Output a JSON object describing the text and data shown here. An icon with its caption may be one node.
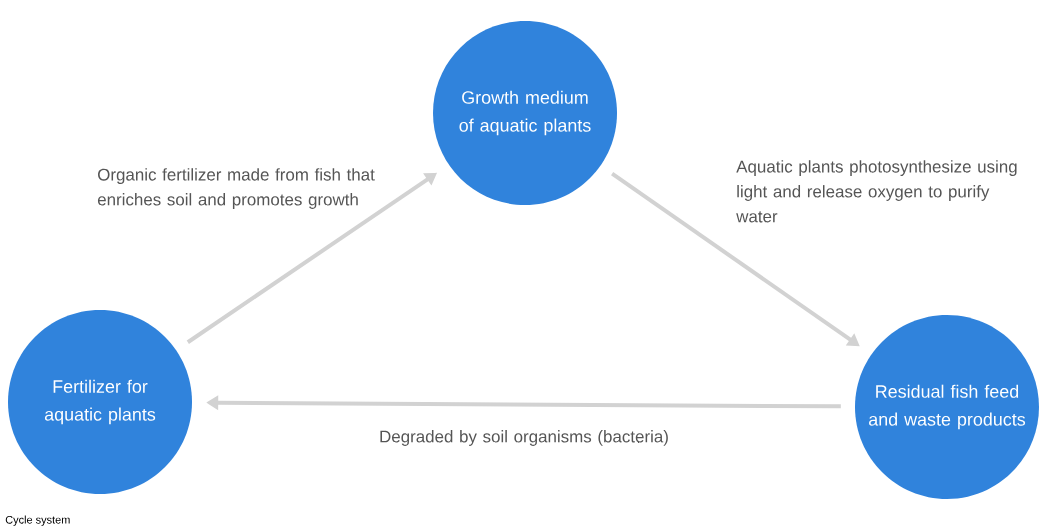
{
  "diagram": {
    "caption": "Cycle system",
    "nodes": [
      {
        "text": [
          "Fertilizer for aquatic plants"
        ]
      },
      {
        "text": [
          "Growth medium of aquatic plants"
        ]
      },
      {
        "text": [
          "Residual fish feed and waste products"
        ]
      }
    ],
    "edges": [
      {
        "from": 0,
        "to": 1,
        "arrow": "to",
        "label": "Organic fertilizer made from fish that enriches soil and promotes growth"
      },
      {
        "from": 1,
        "to": 2,
        "arrow": "to",
        "label": "Aquatic plants photosynthesize using light and release oxygen to purify water"
      },
      {
        "from": 2,
        "to": 0,
        "arrow": "to",
        "label": "Degraded by soil organisms (bacteria)"
      }
    ]
  }
}
